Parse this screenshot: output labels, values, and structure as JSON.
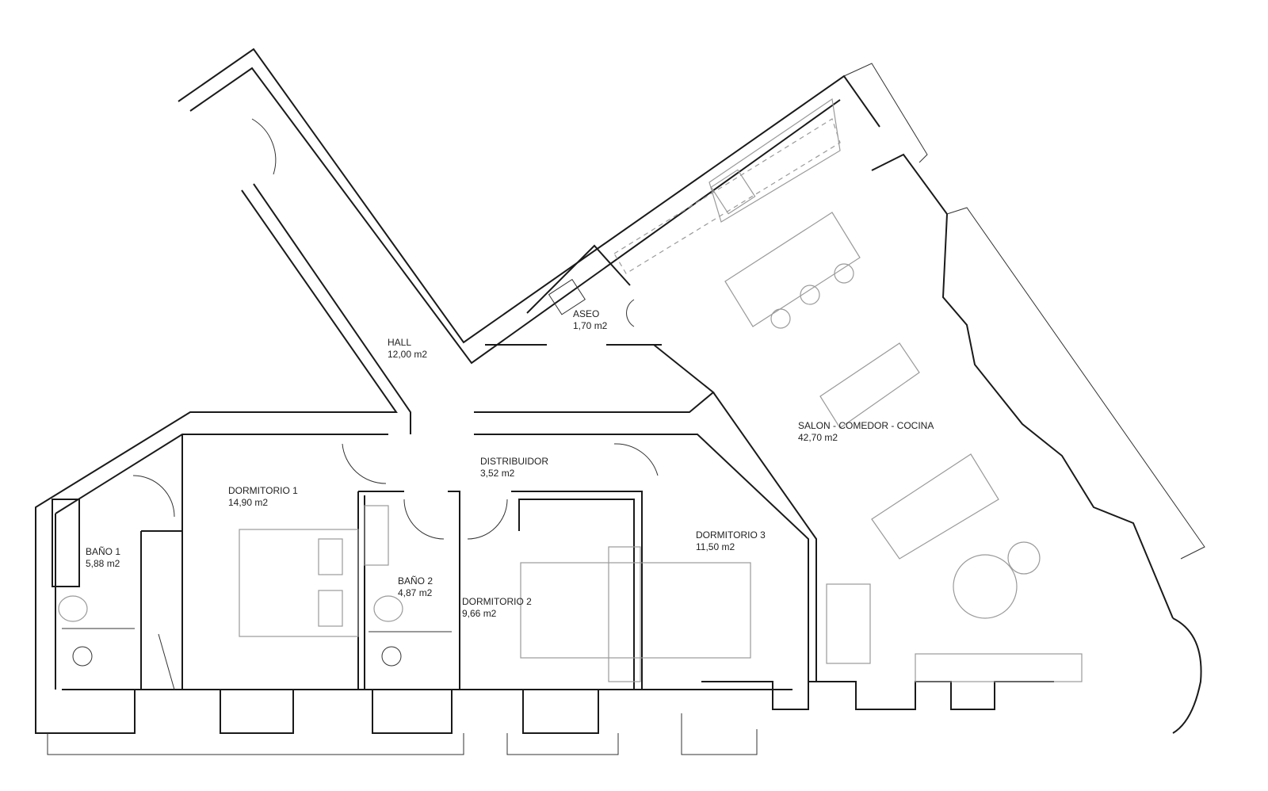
{
  "rooms": [
    {
      "name": "HALL",
      "area": "12,00 m2"
    },
    {
      "name": "ASEO",
      "area": "1,70 m2"
    },
    {
      "name": "SALON - COMEDOR - COCINA",
      "area": "42,70 m2"
    },
    {
      "name": "DISTRIBUIDOR",
      "area": "3,52 m2"
    },
    {
      "name": "DORMITORIO 1",
      "area": "14,90 m2"
    },
    {
      "name": "BAÑO 1",
      "area": "5,88 m2"
    },
    {
      "name": "BAÑO 2",
      "area": "4,87 m2"
    },
    {
      "name": "DORMITORIO 2",
      "area": "9,66 m2"
    },
    {
      "name": "DORMITORIO 3",
      "area": "11,50 m2"
    }
  ]
}
